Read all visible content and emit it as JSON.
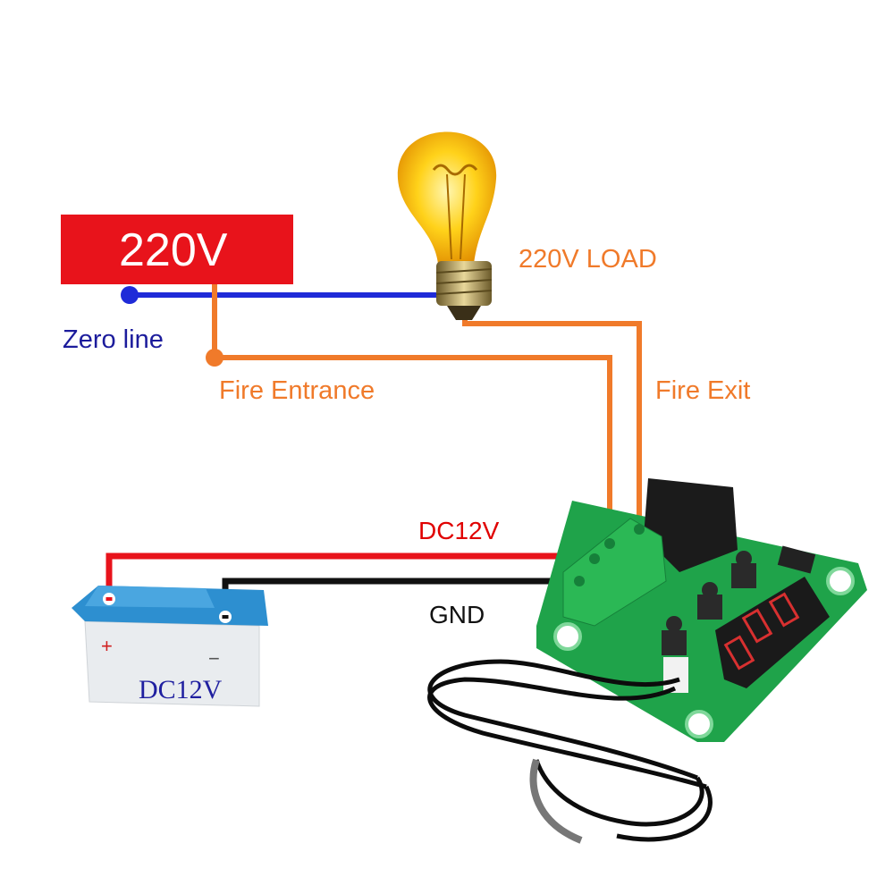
{
  "supply": {
    "label": "220V"
  },
  "labels": {
    "zero_line": "Zero line",
    "fire_entrance": "Fire Entrance",
    "load": "220V LOAD",
    "fire_exit": "Fire Exit",
    "dc_wire": "DC12V",
    "gnd_wire": "GND"
  },
  "battery": {
    "plus": "+",
    "minus": "−",
    "label": "DC12V"
  },
  "colors": {
    "supply_box": "#e8131b",
    "neutral": "#1f2bd8",
    "live": "#f07a2a",
    "positive": "#e8131b",
    "ground": "#111111",
    "pcb": "#1fa34a",
    "battery_top": "#2d8fd0"
  }
}
